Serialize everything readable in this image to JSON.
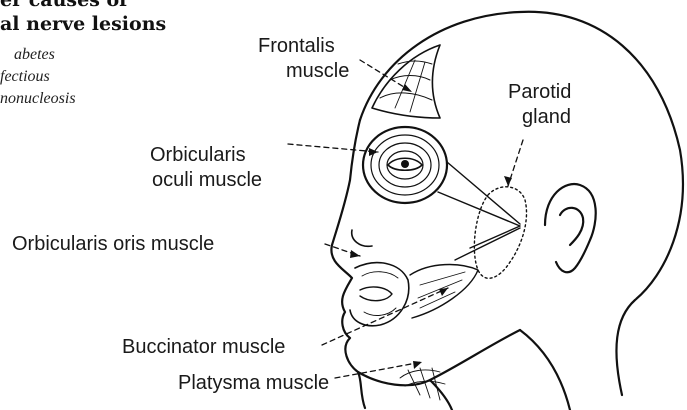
{
  "sidebar": {
    "title_line1": "er causes of",
    "title_line2": "al nerve lesions",
    "items": [
      "abetes",
      "fectious",
      "nonucleosis"
    ]
  },
  "labels": {
    "frontalis": [
      "Frontalis",
      "muscle"
    ],
    "parotid": [
      "Parotid",
      "gland"
    ],
    "orbicularis_oculi": [
      "Orbicularis",
      "oculi muscle"
    ],
    "orbicularis_oris": "Orbicularis oris muscle",
    "buccinator": "Buccinator muscle",
    "platysma": "Platysma muscle"
  }
}
